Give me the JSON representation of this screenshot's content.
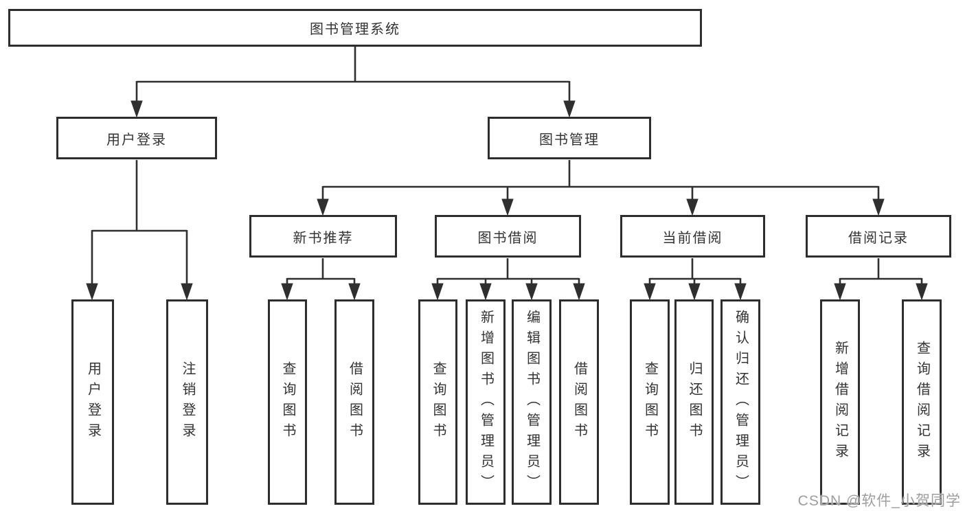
{
  "diagram": {
    "root": "图书管理系统",
    "l2": {
      "user_login": "用户登录",
      "book_management": "图书管理"
    },
    "l3": {
      "new_books": "新书推荐",
      "borrow": "图书借阅",
      "current": "当前借阅",
      "records": "借阅记录"
    },
    "leaf": {
      "login": "用户登录",
      "logout": "注销登录",
      "nb_query": "查询图书",
      "nb_borrow": "借阅图书",
      "bw_query": "查询图书",
      "bw_add": "新增图书（管理员）",
      "bw_edit": "编辑图书（管理员）",
      "bw_borrow": "借阅图书",
      "cu_query": "查询图书",
      "cu_return": "归还图书",
      "cu_confirm": "确认归还（管理员）",
      "rc_add": "新增借阅记录",
      "rc_query": "查询借阅记录"
    }
  },
  "watermark": "CSDN @软件_小贺同学",
  "colors": {
    "line": "#2f2f2f",
    "text": "#333333",
    "background": "#ffffff",
    "watermark": "#9e9e9e"
  }
}
